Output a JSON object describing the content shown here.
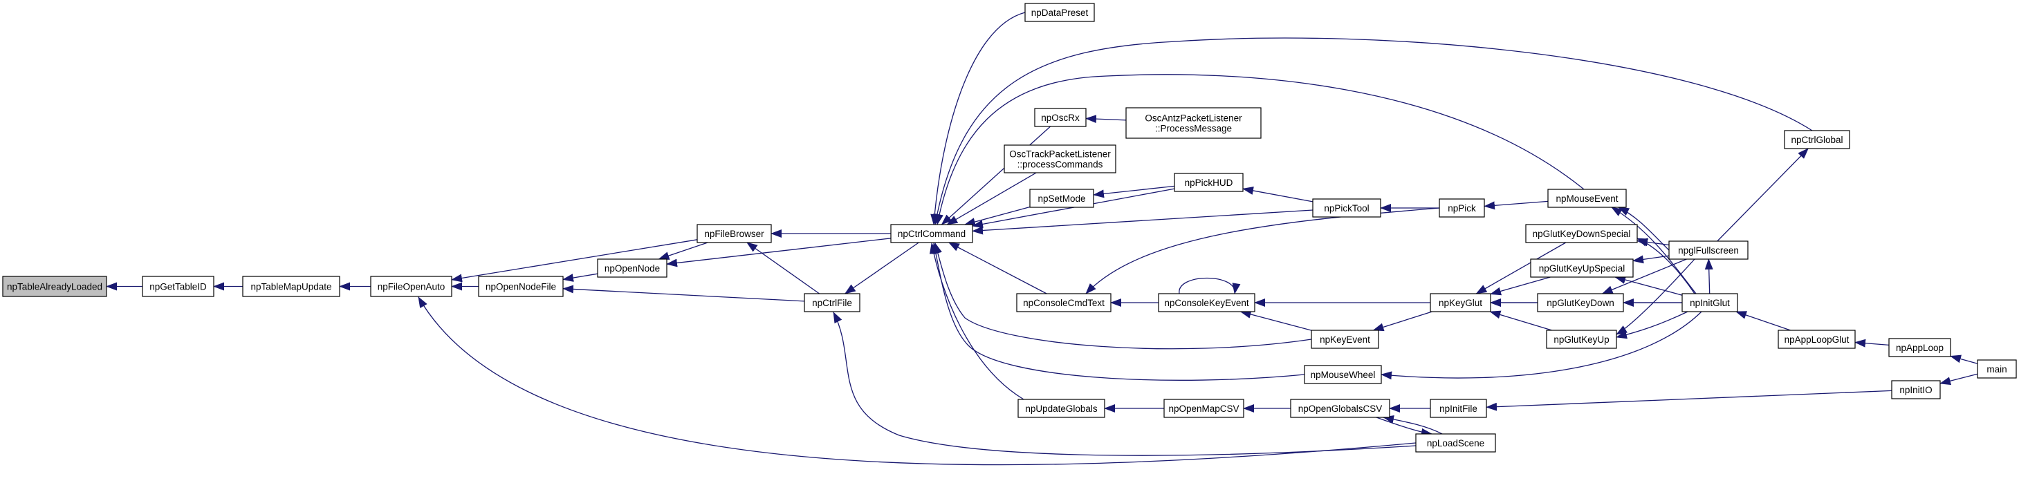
{
  "graph": {
    "nodes": [
      {
        "id": "npTableAlreadyLoaded",
        "lines": [
          "npTableAlreadyLoaded"
        ],
        "root": true
      },
      {
        "id": "npGetTableID",
        "lines": [
          "npGetTableID"
        ]
      },
      {
        "id": "npTableMapUpdate",
        "lines": [
          "npTableMapUpdate"
        ]
      },
      {
        "id": "npFileOpenAuto",
        "lines": [
          "npFileOpenAuto"
        ]
      },
      {
        "id": "npOpenNodeFile",
        "lines": [
          "npOpenNodeFile"
        ]
      },
      {
        "id": "npOpenNode",
        "lines": [
          "npOpenNode"
        ]
      },
      {
        "id": "npFileBrowser",
        "lines": [
          "npFileBrowser"
        ]
      },
      {
        "id": "npCtrlFile",
        "lines": [
          "npCtrlFile"
        ]
      },
      {
        "id": "npCtrlCommand",
        "lines": [
          "npCtrlCommand"
        ]
      },
      {
        "id": "npDataPreset",
        "lines": [
          "npDataPreset"
        ]
      },
      {
        "id": "npOscRx",
        "lines": [
          "npOscRx"
        ]
      },
      {
        "id": "OscAntzPacketListener",
        "lines": [
          "OscAntzPacketListener",
          "::ProcessMessage"
        ]
      },
      {
        "id": "OscTrackPacketListener",
        "lines": [
          "OscTrackPacketListener",
          "::processCommands"
        ]
      },
      {
        "id": "npSetMode",
        "lines": [
          "npSetMode"
        ]
      },
      {
        "id": "npPickHUD",
        "lines": [
          "npPickHUD"
        ]
      },
      {
        "id": "npPickTool",
        "lines": [
          "npPickTool"
        ]
      },
      {
        "id": "npPick",
        "lines": [
          "npPick"
        ]
      },
      {
        "id": "npMouseEvent",
        "lines": [
          "npMouseEvent"
        ]
      },
      {
        "id": "npCtrlGlobal",
        "lines": [
          "npCtrlGlobal"
        ]
      },
      {
        "id": "npConsoleCmdText",
        "lines": [
          "npConsoleCmdText"
        ]
      },
      {
        "id": "npConsoleKeyEvent",
        "lines": [
          "npConsoleKeyEvent"
        ]
      },
      {
        "id": "npKeyEvent",
        "lines": [
          "npKeyEvent"
        ]
      },
      {
        "id": "npKeyGlut",
        "lines": [
          "npKeyGlut"
        ]
      },
      {
        "id": "npGlutKeyDownSpecial",
        "lines": [
          "npGlutKeyDownSpecial"
        ]
      },
      {
        "id": "npGlutKeyUpSpecial",
        "lines": [
          "npGlutKeyUpSpecial"
        ]
      },
      {
        "id": "npGlutKeyDown",
        "lines": [
          "npGlutKeyDown"
        ]
      },
      {
        "id": "npGlutKeyUp",
        "lines": [
          "npGlutKeyUp"
        ]
      },
      {
        "id": "npglFullscreen",
        "lines": [
          "npglFullscreen"
        ]
      },
      {
        "id": "npInitGlut",
        "lines": [
          "npInitGlut"
        ]
      },
      {
        "id": "npAppLoopGlut",
        "lines": [
          "npAppLoopGlut"
        ]
      },
      {
        "id": "npAppLoop",
        "lines": [
          "npAppLoop"
        ]
      },
      {
        "id": "main",
        "lines": [
          "main"
        ]
      },
      {
        "id": "npMouseWheel",
        "lines": [
          "npMouseWheel"
        ]
      },
      {
        "id": "npUpdateGlobals",
        "lines": [
          "npUpdateGlobals"
        ]
      },
      {
        "id": "npOpenMapCSV",
        "lines": [
          "npOpenMapCSV"
        ]
      },
      {
        "id": "npOpenGlobalsCSV",
        "lines": [
          "npOpenGlobalsCSV"
        ]
      },
      {
        "id": "npInitFile",
        "lines": [
          "npInitFile"
        ]
      },
      {
        "id": "npInitIO",
        "lines": [
          "npInitIO"
        ]
      },
      {
        "id": "npLoadScene",
        "lines": [
          "npLoadScene"
        ]
      }
    ],
    "edges": [
      [
        "npGetTableID",
        "npTableAlreadyLoaded"
      ],
      [
        "npTableMapUpdate",
        "npGetTableID"
      ],
      [
        "npFileOpenAuto",
        "npTableMapUpdate"
      ],
      [
        "npFileBrowser",
        "npFileOpenAuto"
      ],
      [
        "npOpenNodeFile",
        "npFileOpenAuto"
      ],
      [
        "npLoadScene",
        "npFileOpenAuto"
      ],
      [
        "npOpenNode",
        "npOpenNodeFile"
      ],
      [
        "npCtrlFile",
        "npOpenNodeFile"
      ],
      [
        "npFileBrowser",
        "npOpenNode"
      ],
      [
        "npCtrlCommand",
        "npOpenNode"
      ],
      [
        "npCtrlCommand",
        "npFileBrowser"
      ],
      [
        "npCtrlFile",
        "npFileBrowser"
      ],
      [
        "npCtrlCommand",
        "npCtrlFile"
      ],
      [
        "npLoadScene",
        "npCtrlFile"
      ],
      [
        "npDataPreset",
        "npCtrlCommand"
      ],
      [
        "npOscRx",
        "npCtrlCommand"
      ],
      [
        "npCtrlGlobal",
        "npCtrlCommand"
      ],
      [
        "npMouseEvent",
        "npCtrlCommand"
      ],
      [
        "OscTrackPacketListener",
        "npCtrlCommand"
      ],
      [
        "npSetMode",
        "npCtrlCommand"
      ],
      [
        "npPickHUD",
        "npCtrlCommand"
      ],
      [
        "npPickTool",
        "npCtrlCommand"
      ],
      [
        "npConsoleCmdText",
        "npCtrlCommand"
      ],
      [
        "npKeyEvent",
        "npCtrlCommand"
      ],
      [
        "npMouseWheel",
        "npCtrlCommand"
      ],
      [
        "npUpdateGlobals",
        "npCtrlCommand"
      ],
      [
        "OscAntzPacketListener",
        "npOscRx"
      ],
      [
        "npPickHUD",
        "npSetMode"
      ],
      [
        "npPickTool",
        "npPickHUD"
      ],
      [
        "npPick",
        "npPickTool"
      ],
      [
        "npMouseEvent",
        "npPick"
      ],
      [
        "npglFullscreen",
        "npCtrlGlobal"
      ],
      [
        "npInitGlut",
        "npMouseEvent"
      ],
      [
        "npPick",
        "npConsoleCmdText"
      ],
      [
        "npConsoleKeyEvent",
        "npConsoleCmdText"
      ],
      [
        "npConsoleKeyEvent",
        "npConsoleKeyEvent"
      ],
      [
        "npKeyGlut",
        "npConsoleKeyEvent"
      ],
      [
        "npKeyEvent",
        "npConsoleKeyEvent"
      ],
      [
        "npKeyGlut",
        "npKeyEvent"
      ],
      [
        "npGlutKeyDownSpecial",
        "npKeyGlut"
      ],
      [
        "npGlutKeyUpSpecial",
        "npKeyGlut"
      ],
      [
        "npGlutKeyDown",
        "npKeyGlut"
      ],
      [
        "npGlutKeyUp",
        "npKeyGlut"
      ],
      [
        "npInitGlut",
        "npKeyGlut"
      ],
      [
        "npglFullscreen",
        "npGlutKeyDownSpecial"
      ],
      [
        "npInitGlut",
        "npGlutKeyDownSpecial"
      ],
      [
        "npglFullscreen",
        "npGlutKeyUpSpecial"
      ],
      [
        "npInitGlut",
        "npGlutKeyUpSpecial"
      ],
      [
        "npglFullscreen",
        "npGlutKeyDown"
      ],
      [
        "npInitGlut",
        "npGlutKeyDown"
      ],
      [
        "npglFullscreen",
        "npGlutKeyUp"
      ],
      [
        "npInitGlut",
        "npGlutKeyUp"
      ],
      [
        "npglFullscreen",
        "npMouseEvent"
      ],
      [
        "npInitGlut",
        "npglFullscreen"
      ],
      [
        "npAppLoopGlut",
        "npInitGlut"
      ],
      [
        "npAppLoop",
        "npAppLoopGlut"
      ],
      [
        "main",
        "npAppLoop"
      ],
      [
        "npInitIO",
        "npInitFile"
      ],
      [
        "main",
        "npInitIO"
      ],
      [
        "npInitGlut",
        "npMouseWheel"
      ],
      [
        "npOpenMapCSV",
        "npUpdateGlobals"
      ],
      [
        "npOpenGlobalsCSV",
        "npOpenMapCSV"
      ],
      [
        "npInitFile",
        "npOpenGlobalsCSV"
      ],
      [
        "npLoadScene",
        "npOpenGlobalsCSV"
      ],
      [
        "npOpenGlobalsCSV",
        "npLoadScene"
      ]
    ]
  }
}
